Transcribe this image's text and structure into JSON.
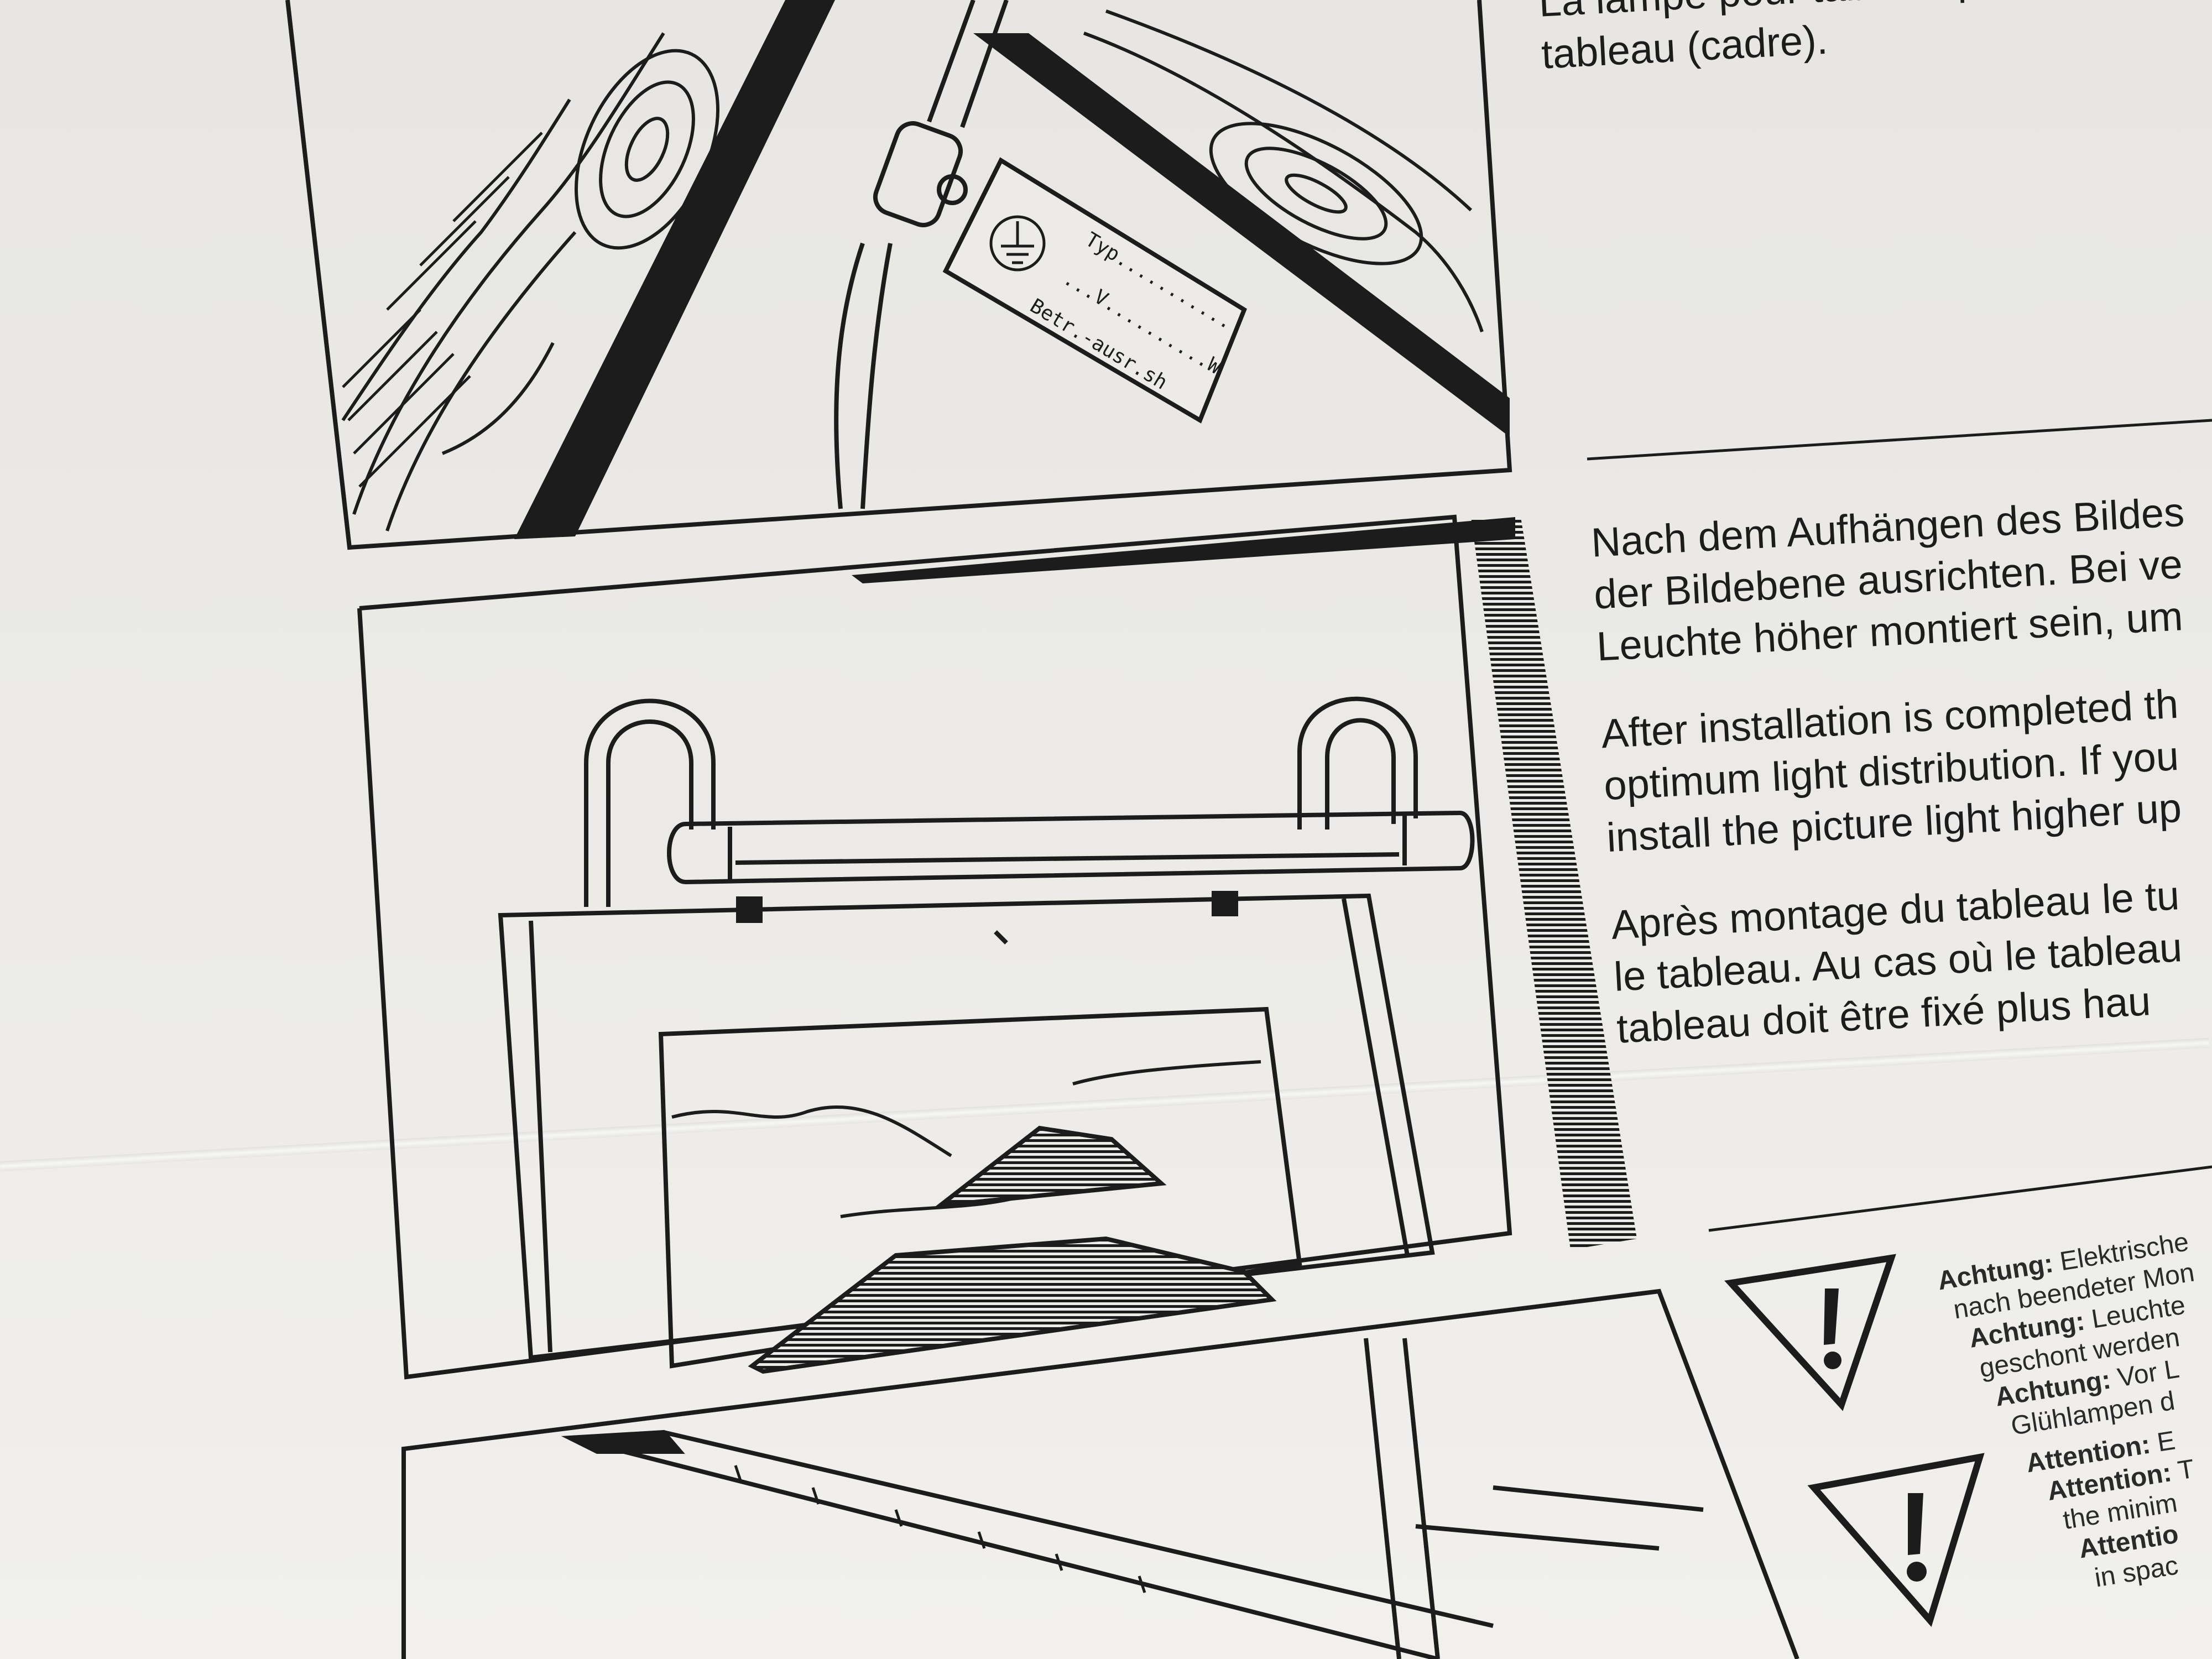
{
  "top_text": [
    "La lampe pour tableau peut aussi être",
    "tableau (cadre)."
  ],
  "german": [
    "Nach dem Aufhängen des Bildes",
    "der Bildebene ausrichten. Bei ve",
    "Leuchte höher montiert sein, um"
  ],
  "english": [
    "After installation is completed th",
    "optimum light distribution. If you",
    "install the picture light higher up"
  ],
  "french": [
    "Après montage du tableau le tu",
    "le tableau. Au cas où le tableau",
    "tableau doit être fixé plus hau"
  ],
  "label": {
    "line1": "Typ...........",
    "line2": "...V..........W",
    "line3": "Betr.-ausr.sh"
  },
  "warnings_de": [
    {
      "bold": "Achtung:",
      "text": " Elektrische"
    },
    {
      "bold": "",
      "text": "nach beendeter Mon"
    },
    {
      "bold": "Achtung:",
      "text": " Leuchte"
    },
    {
      "bold": "",
      "text": "geschont werden"
    },
    {
      "bold": "Achtung:",
      "text": " Vor L"
    },
    {
      "bold": "",
      "text": "Glühlampen d"
    }
  ],
  "warnings_en": [
    {
      "bold": "Attention:",
      "text": " E"
    },
    {
      "bold": "Attention:",
      "text": " T"
    },
    {
      "bold": "",
      "text": "the minim"
    },
    {
      "bold": "Attentio",
      "text": ""
    },
    {
      "bold": "",
      "text": "in spac"
    }
  ],
  "colors": {
    "ink": "#1c1c1c",
    "paper": "#ecebe8"
  },
  "icons": [
    "ground-symbol-icon",
    "warning-triangle-icon"
  ]
}
